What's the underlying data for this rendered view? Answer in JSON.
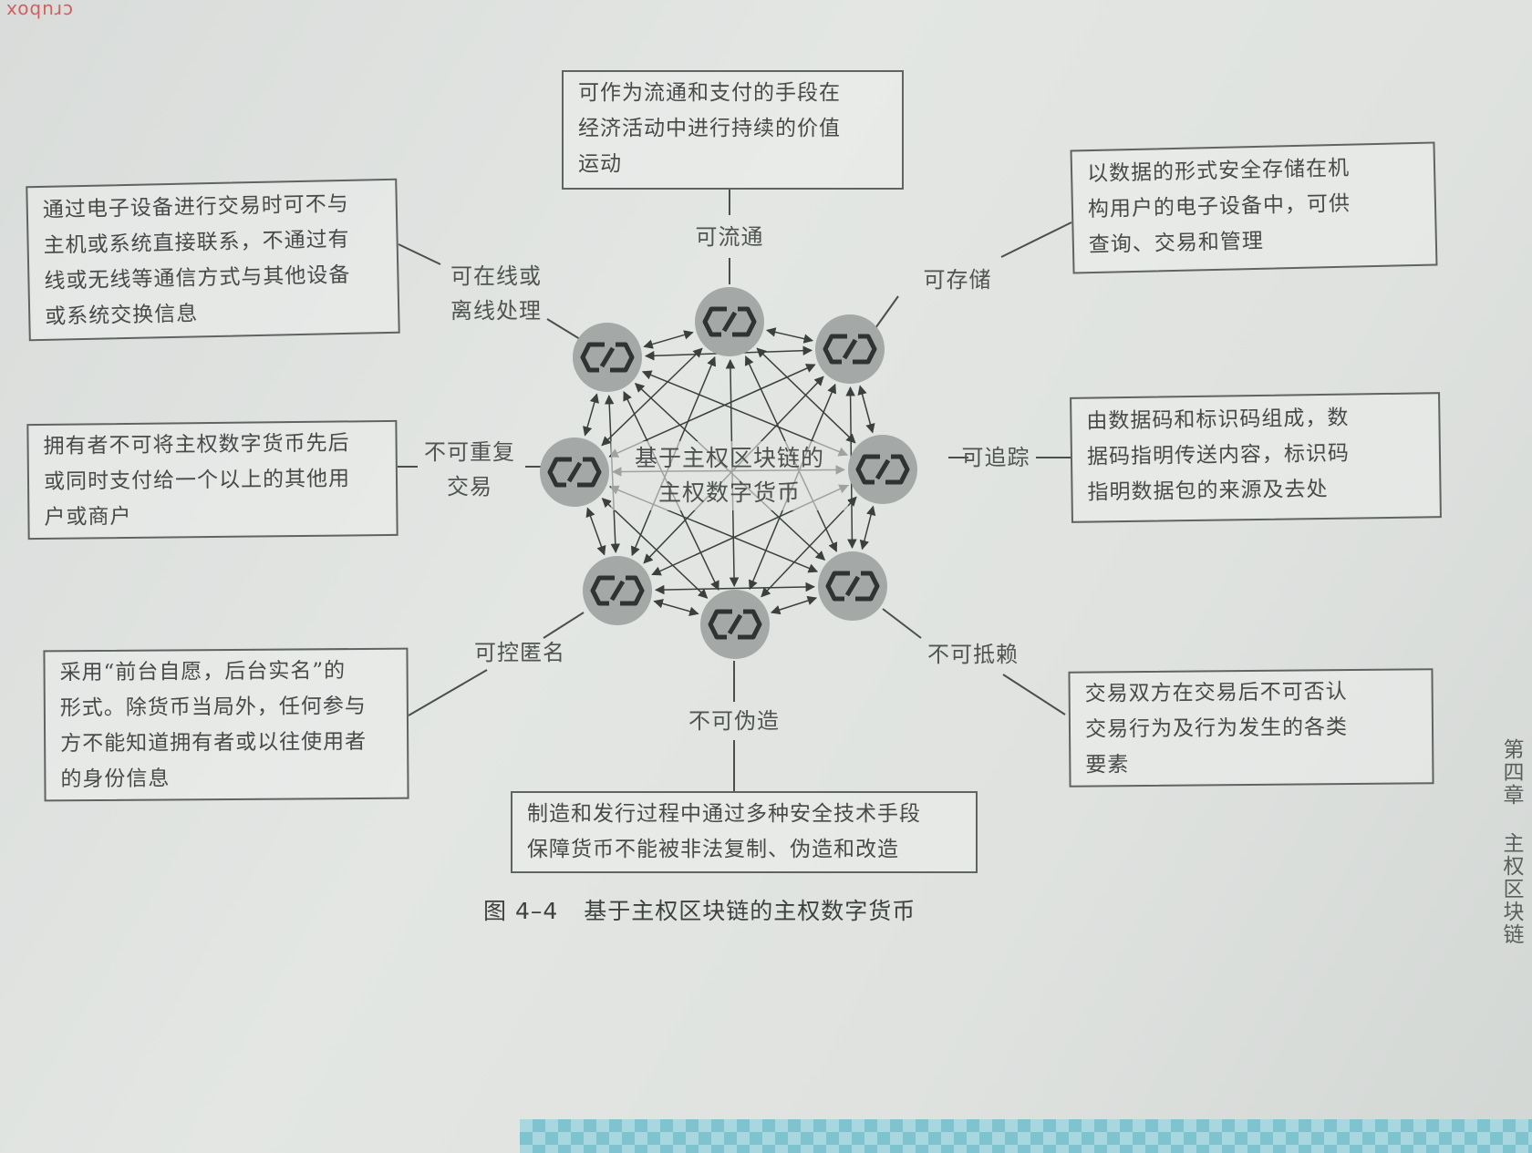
{
  "watermark": "crubox",
  "center_label": "基于主权区块链的\n主权数字货币",
  "caption": {
    "number": "图 4–4",
    "title": "基于主权区块链的主权数字货币"
  },
  "side_header": {
    "chapter": "第四章",
    "title": "主权区块链"
  },
  "features": {
    "circulate": "可流通",
    "store": "可存储",
    "online_offline": "可在线或\n离线处理",
    "trace": "可追踪",
    "no_double_spend": "不可重复\n交易",
    "anonymous": "可控匿名",
    "non_repudiation": "不可抵赖",
    "unforgeable": "不可伪造"
  },
  "descriptions": {
    "circulate": "可作为流通和支付的手段在\n经济活动中进行持续的价值\n运动",
    "store": "以数据的形式安全存储在机\n构用户的电子设备中，可供\n查询、交易和管理",
    "online_offline": "通过电子设备进行交易时可不与\n主机或系统直接联系，不通过有\n线或无线等通信方式与其他设备\n或系统交换信息",
    "trace": "由数据码和标识码组成，数\n据码指明传送内容，标识码\n指明数据包的来源及去处",
    "no_double_spend": "拥有者不可将主权数字货币先后\n或同时支付给一个以上的其他用\n户或商户",
    "anonymous": "采用“前台自愿，后台实名”的\n形式。除货币当局外，任何参与\n方不能知道拥有者或以往使用者\n的身份信息",
    "non_repudiation": "交易双方在交易后不可否认\n交易行为及行为发生的各类\n要素",
    "unforgeable": "制造和发行过程中通过多种安全技术手段\n保障货币不能被非法复制、伪造和改造"
  },
  "colors": {
    "node_fill": "#a4a8a6",
    "node_icon": "#2f3331",
    "line": "#3b3f3d"
  },
  "nodes": [
    {
      "name": "node-top",
      "icon": "chain-link-icon"
    },
    {
      "name": "node-top-right",
      "icon": "chain-link-icon"
    },
    {
      "name": "node-right",
      "icon": "chain-link-icon"
    },
    {
      "name": "node-bottom-right",
      "icon": "chain-link-icon"
    },
    {
      "name": "node-bottom",
      "icon": "chain-link-icon"
    },
    {
      "name": "node-bottom-left",
      "icon": "chain-link-icon"
    },
    {
      "name": "node-left",
      "icon": "chain-link-icon"
    },
    {
      "name": "node-top-left",
      "icon": "chain-link-icon"
    }
  ]
}
